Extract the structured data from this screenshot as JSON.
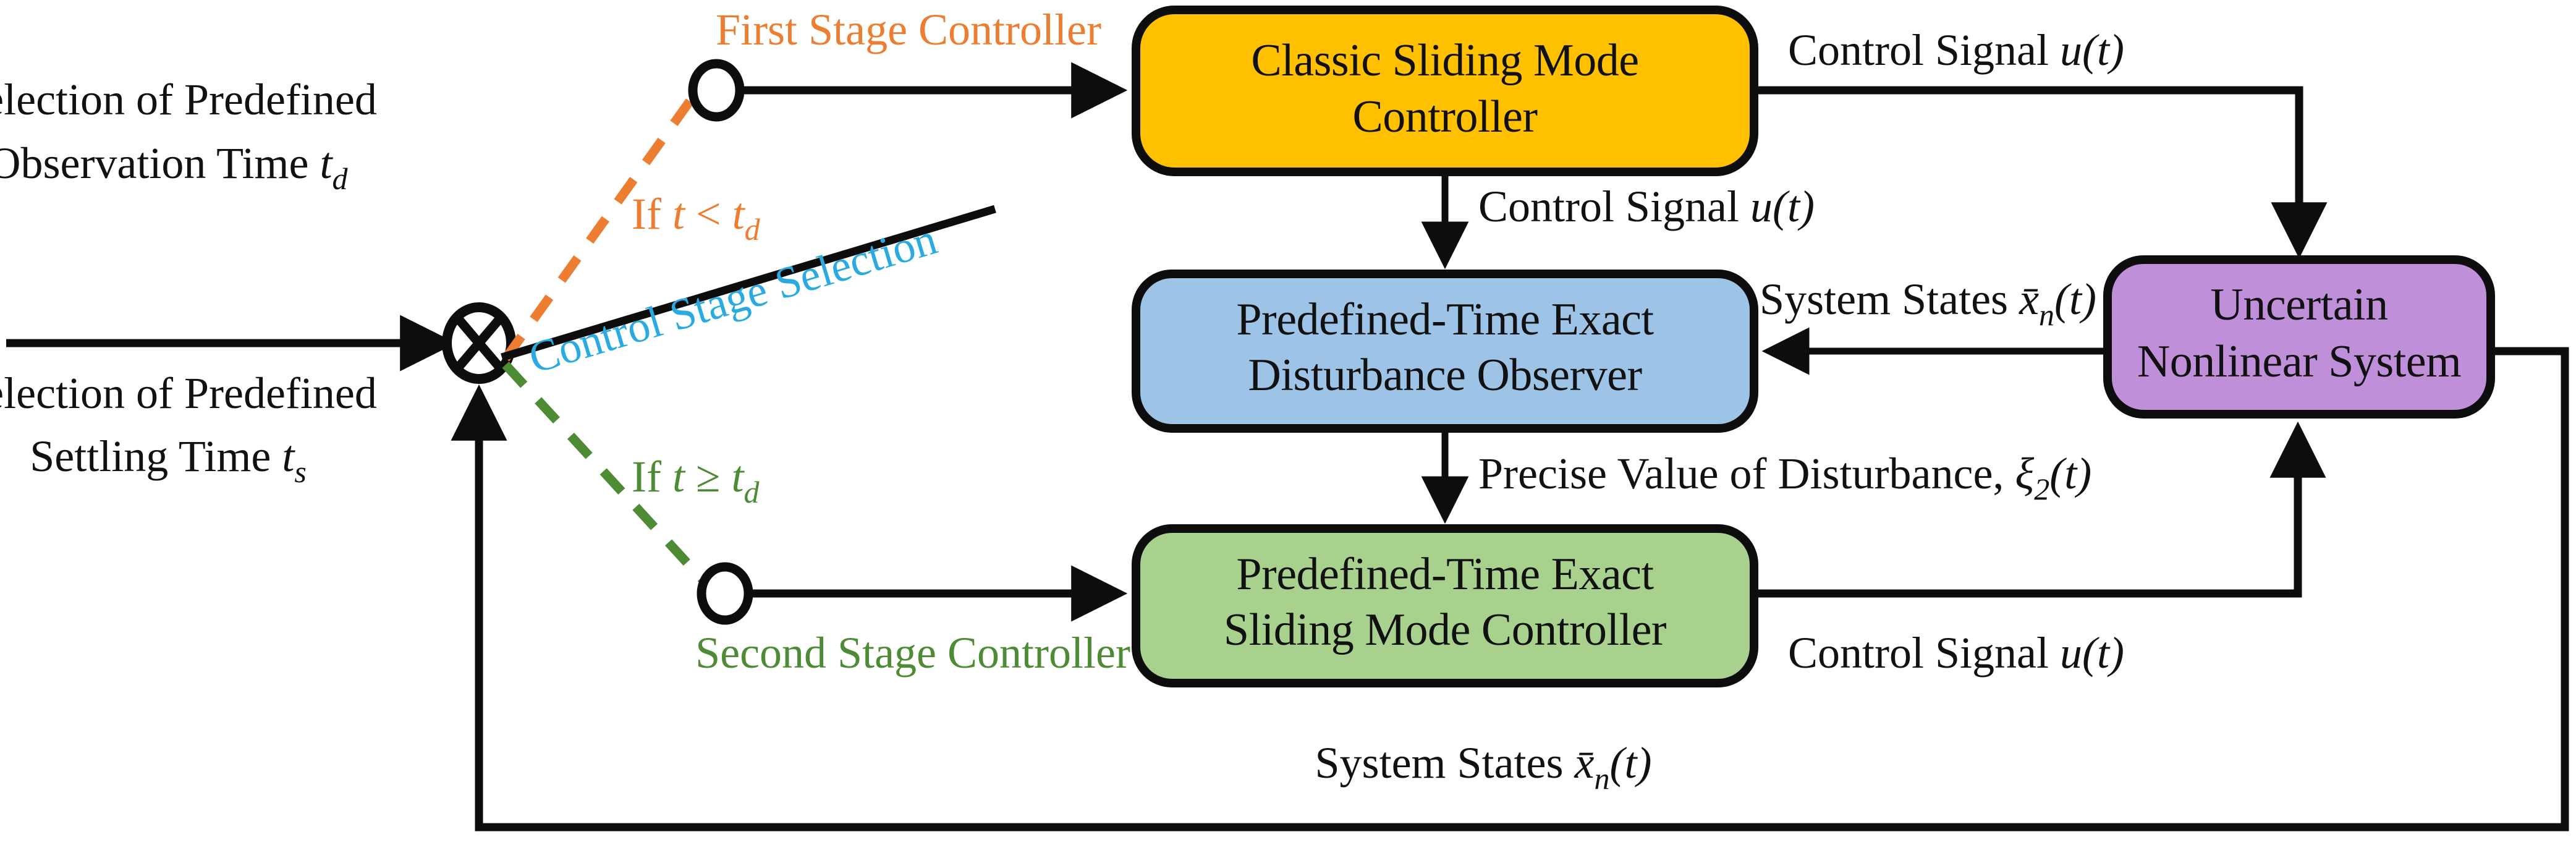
{
  "diagram": {
    "title": "Two-stage predefined-time sliding mode control block diagram",
    "background": "#ffffff"
  },
  "colors": {
    "first_stage_controller_box": "#FFC000",
    "disturbance_observer_box": "#9DC3E6",
    "second_stage_controller_box": "#A9D18E",
    "plant_box": "#C08FD9",
    "box_border": "#0D0D0D",
    "wire": "#0D0D0D",
    "branch_if_less": "#ED7D31",
    "branch_if_geq": "#4E8B35",
    "stage_selection_label": "#29ABE2"
  },
  "inputs": {
    "observation_time": {
      "line1": "Selection of Predefined",
      "line2_prefix": "Observation Time ",
      "line2_symbol": "t",
      "line2_subscript": "d"
    },
    "settling_time": {
      "line1": "Selection of Predefined",
      "line2_prefix": "Settling Time ",
      "line2_symbol": "t",
      "line2_subscript": "s"
    }
  },
  "junction": {
    "name": "summing-junction",
    "glyph": "cross-in-circle"
  },
  "stage_selection": {
    "label": "Control Stage Selection"
  },
  "branches": [
    {
      "id": "first-stage",
      "condition_prefix": "If ",
      "condition_var": "t",
      "condition_op": " < ",
      "condition_threshold": "t",
      "condition_threshold_sub": "d",
      "node_label": "First Stage Controller",
      "color": "#ED7D31"
    },
    {
      "id": "second-stage",
      "condition_prefix": "If ",
      "condition_var": "t",
      "condition_op": " ≥ ",
      "condition_threshold": "t",
      "condition_threshold_sub": "d",
      "node_label": "Second Stage Controller",
      "color": "#4E8B35"
    }
  ],
  "blocks": [
    {
      "id": "classic-smc",
      "line1": "Classic Sliding Mode",
      "line2": "Controller",
      "fill": "#FFC000"
    },
    {
      "id": "disturbance-observer",
      "line1": "Predefined-Time Exact",
      "line2": "Disturbance Observer",
      "fill": "#9DC3E6"
    },
    {
      "id": "predefined-time-smc",
      "line1": "Predefined-Time Exact",
      "line2": "Sliding Mode Controller",
      "fill": "#A9D18E"
    },
    {
      "id": "uncertain-nonlinear-system",
      "line1": "Uncertain",
      "line2": "Nonlinear System",
      "fill": "#C08FD9"
    }
  ],
  "signals": {
    "control_signal_top": {
      "text": "Control Signal ",
      "symbol": "u(t)"
    },
    "control_signal_mid": {
      "text": "Control Signal ",
      "symbol": "u(t)"
    },
    "control_signal_bottom": {
      "text": "Control Signal ",
      "symbol": "u(t)"
    },
    "system_states_right": {
      "text": "System States ",
      "symbol": "x",
      "overbar": true,
      "subscript": "n",
      "argument": "(t)"
    },
    "system_states_feedback": {
      "text": "System States ",
      "symbol": "x",
      "overbar": true,
      "subscript": "n",
      "argument": "(t)"
    },
    "disturbance_value": {
      "text": "Precise Value of Disturbance, ",
      "symbol": "ξ",
      "subscript": "2",
      "argument": "(t)"
    }
  }
}
